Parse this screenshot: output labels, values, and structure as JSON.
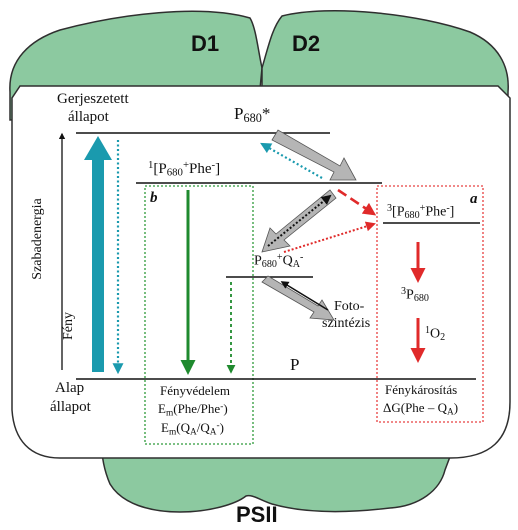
{
  "domain_labels": {
    "top_left": "D1",
    "top_right": "D2",
    "bottom": "PSII"
  },
  "axis": {
    "label": "Szabadenergia"
  },
  "levels": {
    "excited_state": "Gerjeszetett",
    "excited_state_2": "állapot",
    "ground_state": "Alap",
    "ground_state_2": "állapot",
    "p680_star_base": "P",
    "p680_star_sub": "680",
    "p680_star_sup": "*",
    "radical_pair_pre": "1",
    "radical_pair_main": "[P",
    "radical_pair_sub": "680",
    "radical_pair_sup": "+",
    "radical_pair_end": "Phe",
    "radical_pair_end_sup": "-",
    "radical_pair_close": "]",
    "qa_base": "P",
    "qa_sub": "680",
    "qa_sup": "+",
    "qa_q": "Q",
    "qa_q_sub": "A",
    "qa_q_sup": "-",
    "ground_p": "P"
  },
  "triplet_box": {
    "tag": "a",
    "radical_pair_pre": "3",
    "radical_pair_main": "[P",
    "radical_pair_sub": "680",
    "radical_pair_sup": "+",
    "radical_pair_end": "Phe",
    "radical_pair_end_sup": "-",
    "radical_pair_close": "]",
    "triplet_pre": "3",
    "triplet_p": "P",
    "triplet_sub": "680",
    "singlet_pre": "1",
    "singlet_o": "O",
    "singlet_sub": "2",
    "caption_1": "Fénykárosítás",
    "caption_2_a": "ΔG(Phe – Q",
    "caption_2_sub": "A",
    "caption_2_b": ")"
  },
  "protection_box": {
    "tag": "b",
    "caption_1": "Fényvédelem",
    "caption_2_a": "E",
    "caption_2_sub": "m",
    "caption_2_b": "(Phe/Phe",
    "caption_2_sup": "-",
    "caption_2_c": ")",
    "caption_3_a": "E",
    "caption_3_sub": "m",
    "caption_3_b": "(Q",
    "caption_3_sub2": "A",
    "caption_3_c": "/Q",
    "caption_3_sub3": "A",
    "caption_3_sup": "-",
    "caption_3_d": ")"
  },
  "labels": {
    "light": "Fény",
    "photosynthesis_1": "Foto-",
    "photosynthesis_2": "szintézis"
  },
  "colors": {
    "protein": "#8cc9a0",
    "protein_edge": "#2f2f2f",
    "teal": "#1a9aae",
    "green": "#1f8a2e",
    "red": "#e02a2a",
    "gray": "#b5b5b5",
    "green_box": "#2e9a3a",
    "red_box": "#e84040"
  }
}
